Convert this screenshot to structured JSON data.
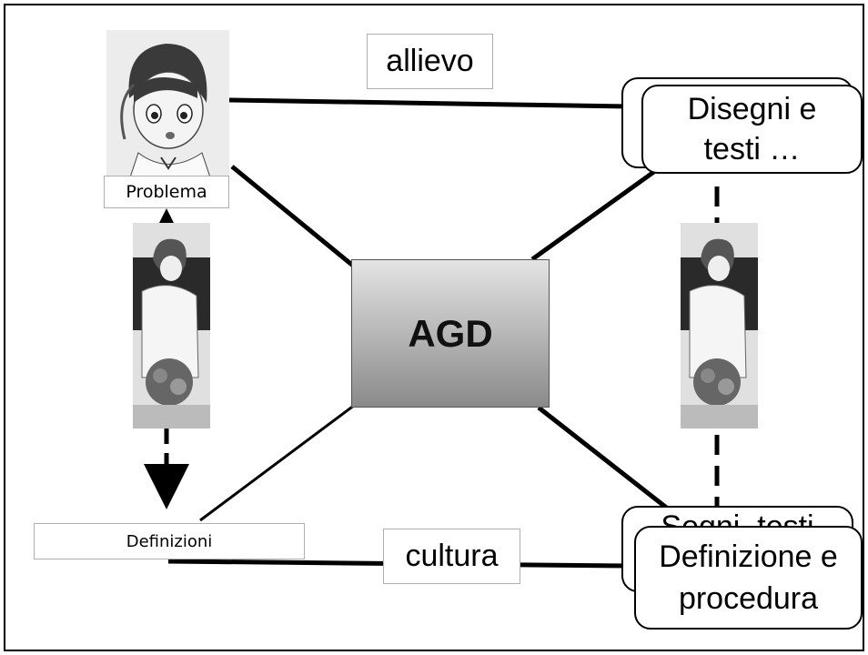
{
  "center": {
    "label": "AGD"
  },
  "top_label": "allievo",
  "bottom_label": "cultura",
  "left_top_label": "Problema",
  "left_bottom_label": "Definizioni",
  "right_top": {
    "back_text": "",
    "front_text": "Disegni e testi …"
  },
  "right_bottom": {
    "back_text": "Segni, testi",
    "front_text": "Definizione e procedura"
  },
  "icons": {
    "student": "student-illustration-icon",
    "teacher": "teacher-illustration-icon"
  }
}
